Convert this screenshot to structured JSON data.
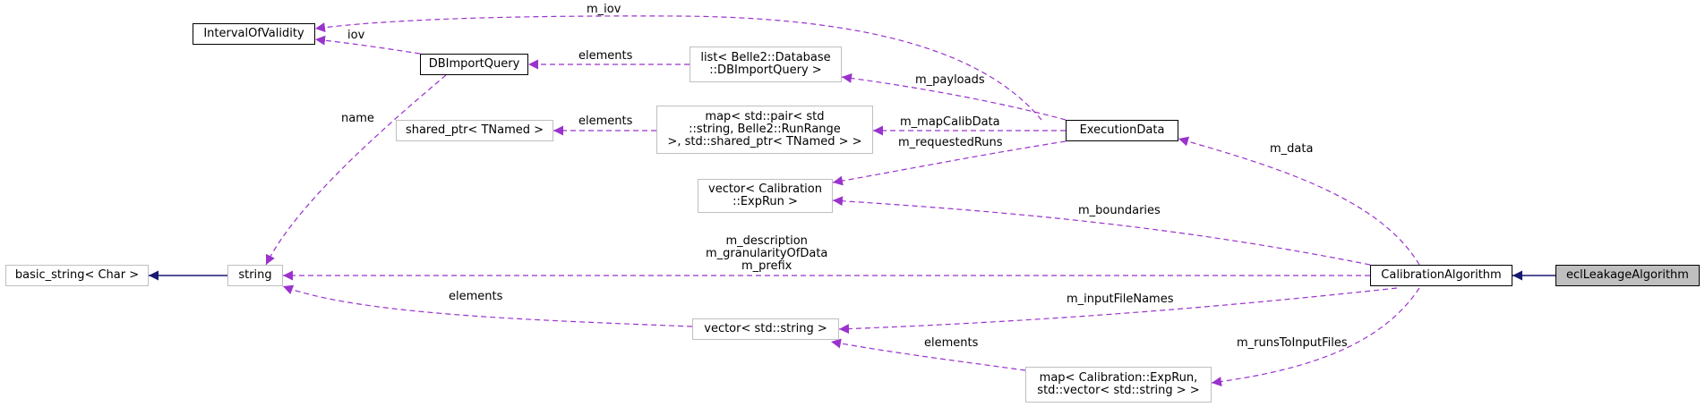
{
  "nodes": {
    "interval": "IntervalOfValidity",
    "dbimport": "DBImportQuery",
    "list_line1": "list< Belle2::Database",
    "list_line2": "::DBImportQuery >",
    "shared": "shared_ptr< TNamed >",
    "map_line1": "map< std::pair< std",
    "map_line2": "::string, Belle2::RunRange",
    "map_line3": " >, std::shared_ptr< TNamed > >",
    "execution": "ExecutionData",
    "vector_exprun_line1": "vector< Calibration",
    "vector_exprun_line2": "::ExpRun >",
    "basic_string": "basic_string< Char >",
    "string": "string",
    "calibration": "CalibrationAlgorithm",
    "ecl": "eclLeakageAlgorithm",
    "vector_string": "vector< std::string >",
    "map_runs_line1": "map< Calibration::ExpRun,",
    "map_runs_line2": "std::vector< std::string > >"
  },
  "edges": {
    "m_iov": "m_iov",
    "iov": "iov",
    "elements_list": "elements",
    "m_payloads": "m_payloads",
    "name": "name",
    "elements_shared": "elements",
    "m_mapCalibData": "m_mapCalibData",
    "m_requestedRuns": "m_requestedRuns",
    "m_data": "m_data",
    "m_boundaries": "m_boundaries",
    "m_description": "m_description",
    "m_granularityOfData": "m_granularityOfData",
    "m_prefix": "m_prefix",
    "elements_string": "elements",
    "m_inputFileNames": "m_inputFileNames",
    "elements_vector": "elements",
    "m_runsToInputFiles": "m_runsToInputFiles"
  },
  "colors": {
    "usage_edge": "#9a32cd",
    "inheritance_edge": "#191970",
    "gray_border": "#bfbfbf",
    "selected_fill": "#bfbfbf"
  }
}
